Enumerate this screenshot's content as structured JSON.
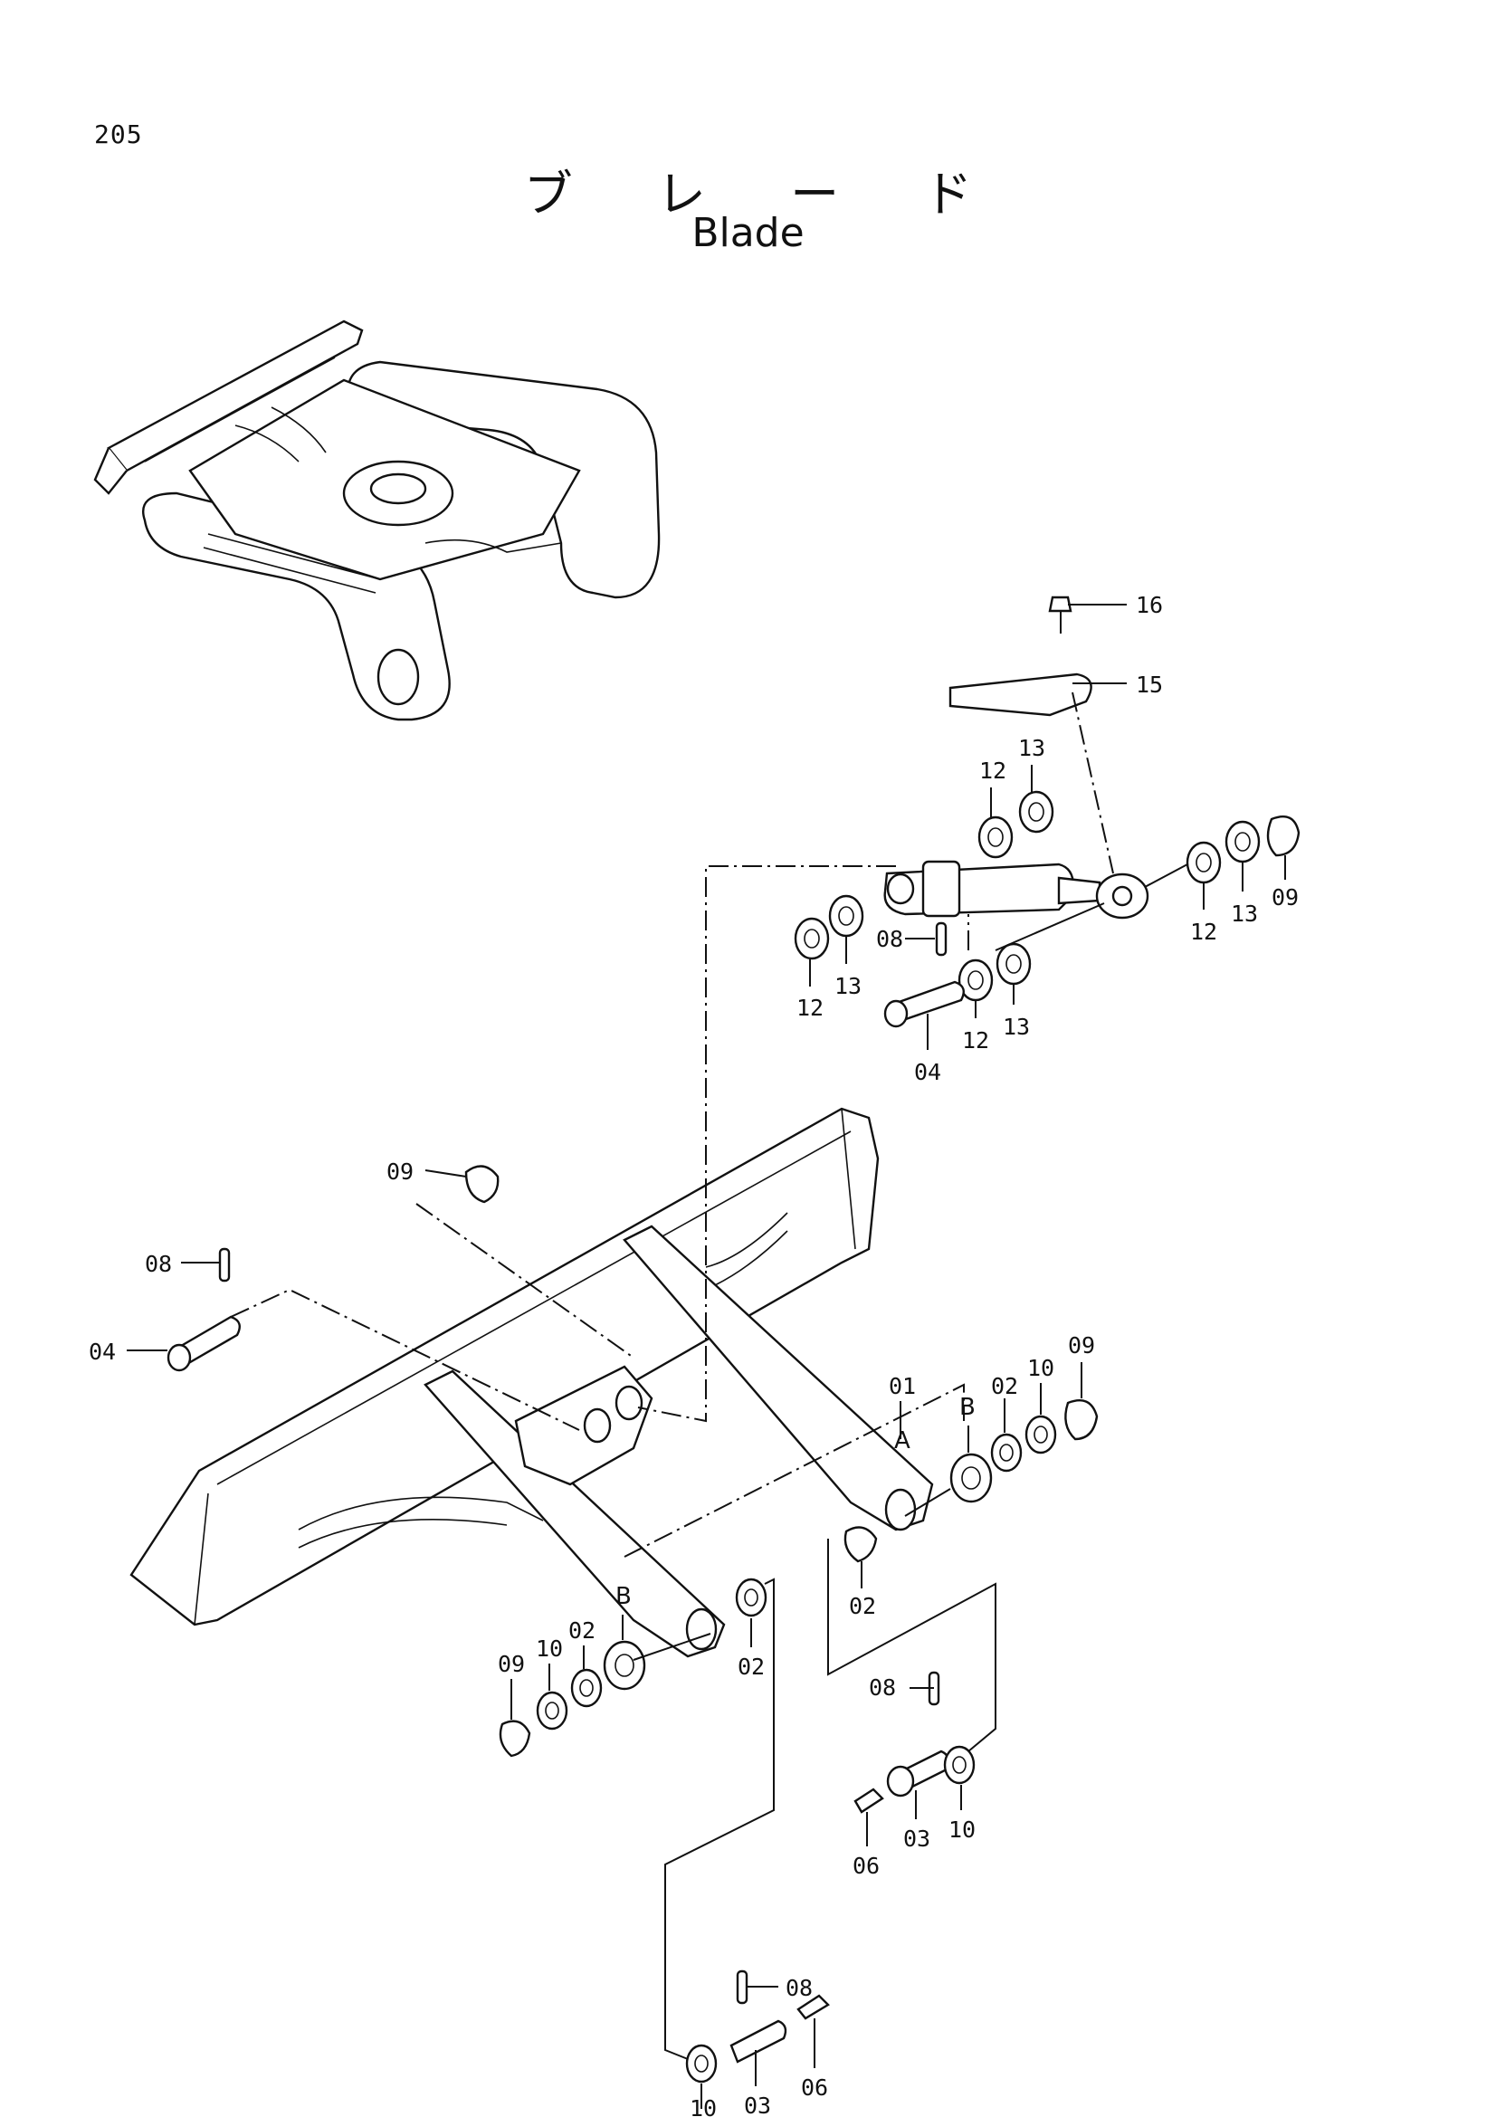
{
  "page": {
    "number": "205",
    "title_jp": "ブ レ ー ド",
    "title_en": "Blade"
  },
  "callouts": {
    "c01": "01",
    "c02a": "02",
    "c02b": "02",
    "c02c": "02",
    "c02d": "02",
    "c03a": "03",
    "c03b": "03",
    "c04a": "04",
    "c04b": "04",
    "c06a": "06",
    "c06b": "06",
    "c08a": "08",
    "c08b": "08",
    "c08c": "08",
    "c08d": "08",
    "c09a": "09",
    "c09b": "09",
    "c09c": "09",
    "c09d": "09",
    "c10a": "10",
    "c10b": "10",
    "c10c": "10",
    "c10d": "10",
    "c12a": "12",
    "c12b": "12",
    "c12c": "12",
    "c12d": "12",
    "c13a": "13",
    "c13b": "13",
    "c13c": "13",
    "c13d": "13",
    "c15": "15",
    "c16": "16",
    "ptA": "A",
    "ptB1": "B",
    "ptB2": "B"
  }
}
